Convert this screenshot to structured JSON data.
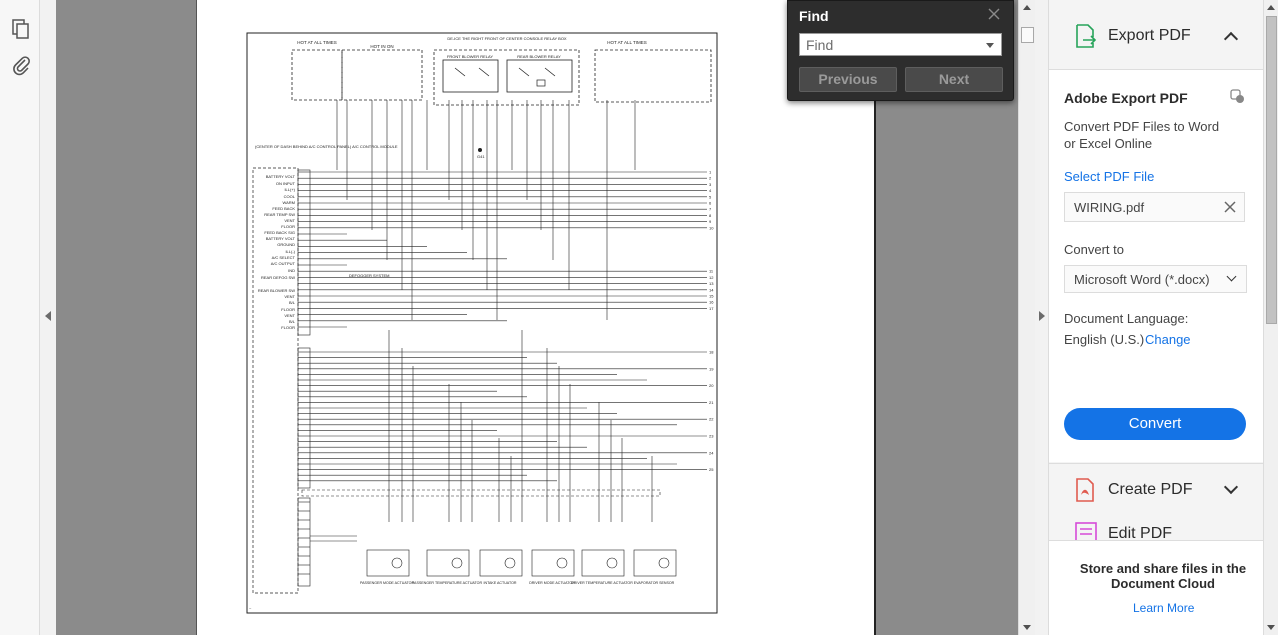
{
  "left_rail": {
    "icons": [
      "pages-icon",
      "attachment-icon"
    ]
  },
  "find": {
    "title": "Find",
    "placeholder": "Find",
    "previous_label": "Previous",
    "next_label": "Next"
  },
  "diagram": {
    "top_labels": [
      "HOT AT ALL TIMES",
      "HOT IN ON",
      "DE-ICE THE RIGHT FRONT OF CENTER CONSOLE RELAY BOX",
      "FRONT BLOWER RELAY",
      "REAR BLOWER RELAY",
      "HOT AT ALL TIMES"
    ],
    "left_labels": [
      "BATTERY VOLT",
      "ON INPUT",
      "ILL(+)",
      "COOL",
      "WARM",
      "FEED BACK",
      "REAR TEMP SW",
      "VENT",
      "FLOOR",
      "FEED BACK SIG",
      "BATTERY VOLT",
      "GROUND",
      "ILL(-)",
      "A/C SELECT",
      "A/C OUTPUT",
      "IND",
      "REAR DEFOG SW",
      "REAR BLOWER SW",
      "VENT",
      "B/L",
      "FLOOR",
      "VENT",
      "B/L",
      "FLOOR"
    ],
    "module_label": "(CENTER OF DASH BEHIND A/C CONTROL PANEL) A/C CONTROL MODULE",
    "actuators": [
      "PASSENGER MODE ACTUATOR",
      "PASSENGER TEMPERATURE ACTUATOR",
      "INTAKE ACTUATOR",
      "DRIVER MODE ACTUATOR",
      "DRIVER TEMPERATURE ACTUATOR",
      "EVAPORATOR SENSOR"
    ],
    "ground_label": "G41",
    "defogger_label": "DEFOGGER SYSTEM"
  },
  "right_panel": {
    "export_title": "Export PDF",
    "card_title": "Adobe Export PDF",
    "card_desc": "Convert PDF Files to Word or Excel Online",
    "select_file_label": "Select PDF File",
    "file_name": "WIRING.pdf",
    "convert_to_label": "Convert to",
    "convert_to_value": "Microsoft Word (*.docx)",
    "doc_lang_label": "Document Language:",
    "doc_lang_value": "English (U.S.)",
    "change_label": "Change",
    "convert_button": "Convert",
    "tools": [
      {
        "label": "Create PDF",
        "icon": "create-pdf-icon"
      },
      {
        "label": "Edit PDF",
        "icon": "edit-pdf-icon"
      }
    ],
    "store_text": "Store and share files in the Document Cloud",
    "learn_more": "Learn More"
  },
  "colors": {
    "accent": "#1473e6",
    "export_icon": "#26a35a",
    "create_icon": "#e05b4f",
    "edit_icon": "#d64bd8"
  }
}
